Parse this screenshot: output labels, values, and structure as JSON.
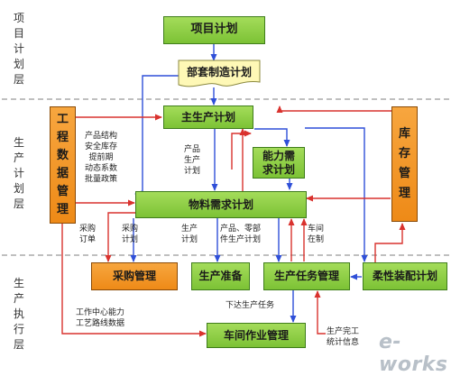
{
  "layers": {
    "project": "项目计划层",
    "production_plan": "生产计划层",
    "production_exec": "生产执行层"
  },
  "boxes": {
    "project_plan": "项目计划",
    "kit_plan": "部套制造计划",
    "master_plan": "主生产计划",
    "capacity_plan": "能力需求计划",
    "mrp": "物料需求计划",
    "engineering_data": "工程数据管理",
    "inventory": "库存管理",
    "purchase": "采购管理",
    "prep": "生产准备",
    "task_mgmt": "生产任务管理",
    "flexible_assembly": "柔性装配计划",
    "shop_mgmt": "车间作业管理"
  },
  "notes": {
    "product_structure": "产品结构\n安全库存\n提前期\n动态系数\n批量政策",
    "product_plan": "产品\n生产\n计划",
    "purchase_order": "采购\n订单",
    "purchase_plan": "采购\n计划",
    "production_plan": "生产\n计划",
    "parts_plan": "产品、零部\n件生产计划",
    "shop_wip": "车间\n在制",
    "issue_task": "下达生产任务",
    "work_center": "工作中心能力\n工艺路线数据",
    "completion": "生产完工\n统计信息"
  },
  "watermark": "e-works",
  "colors": {
    "green_box": "#8fd046",
    "orange_box": "#f39a2b",
    "yellow_box": "#fef8b6",
    "blue_arrow": "#2f4fd8",
    "red_arrow": "#d9322e",
    "divider": "#999999"
  }
}
